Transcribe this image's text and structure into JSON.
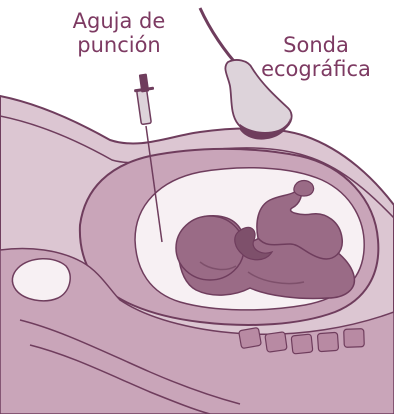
{
  "labels": {
    "needle": {
      "line1": "Aguja de",
      "line2": "punción"
    },
    "probe": {
      "line1": "Sonda",
      "line2": "ecográfica"
    }
  },
  "colors": {
    "label_text": "#7d3a62",
    "body_fill": "#dcc6d2",
    "outline": "#6f3d5d",
    "uterus_wall": "#c9a5b9",
    "amniotic_fluid": "#f7f0f3",
    "fetus_fill": "#9a6b86",
    "fetus_shade": "#7e506b",
    "probe_fill": "#ddd3da",
    "spine_fill": "#b88aa3"
  },
  "icons": {
    "probe": "ultrasound-probe-icon",
    "needle": "syringe-needle-icon"
  }
}
